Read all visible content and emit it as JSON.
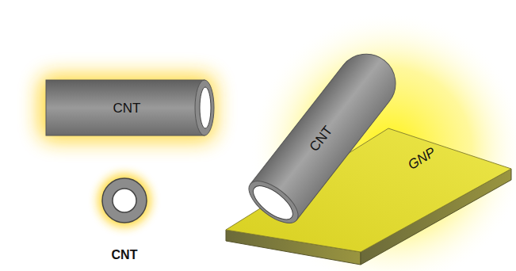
{
  "diagram": {
    "nodes": [
      {
        "text": [
          "CNT"
        ]
      },
      {
        "text": [
          "CNT"
        ]
      },
      {
        "text": [
          "GNP"
        ]
      },
      {
        "text": [
          "CNT"
        ],
        "in": 2
      }
    ]
  }
}
